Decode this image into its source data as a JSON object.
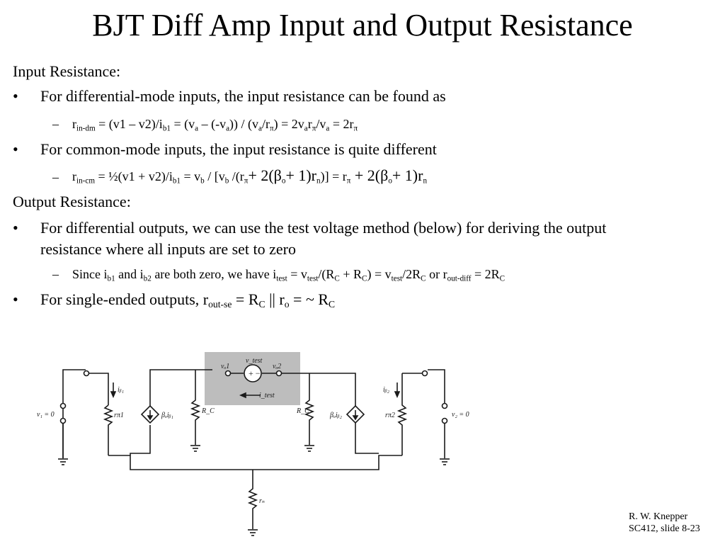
{
  "title": "BJT Diff Amp Input and Output Resistance",
  "bullet_glyph": "•",
  "dash_glyph": "–",
  "input_heading": "Input Resistance:",
  "input_b1": "For differential-mode inputs, the input resistance can be found as",
  "eq1": {
    "t0": "r",
    "s0": "in-dm",
    "t1": " = (v1 – v2)/i",
    "s1": "b1",
    "t2": " = (v",
    "s2": "a",
    "t3": " – (-v",
    "s3": "a",
    "t4": ")) / (v",
    "s4": "a",
    "t5": "/r",
    "s5": "π",
    "t6": ") = 2v",
    "s6": "a",
    "t7": "r",
    "s7": "π",
    "t8": "/v",
    "s8": "a",
    "t9": " = 2r",
    "s9": "π"
  },
  "input_b2": "For common-mode inputs, the input resistance is quite different",
  "eq2": {
    "t0": "r",
    "s0": "in-cm",
    "t1": " = ½(v1 + v2)/i",
    "s1": "b1",
    "t2": " = v",
    "s2": "b",
    "t3": " / [v",
    "s3": "b",
    "t4": " /(r",
    "s4": "π",
    "t5": "+ 2(β",
    "s5": "o",
    "t6": "+ 1)r",
    "s6": "n",
    "t7": ")] = r",
    "s7": "π",
    "t8": " + 2(β",
    "s8": "o",
    "t9": "+ 1)r",
    "s9": "n"
  },
  "output_heading": "Output Resistance:",
  "output_b1_l1": "For differential outputs, we can use the test voltage method (below) for deriving the output",
  "output_b1_l2": "resistance where all inputs are set to zero",
  "eq3": {
    "t0": "Since i",
    "s0": "b1",
    "t1": " and i",
    "s1": "b2",
    "t2": " are both zero, we have i",
    "s2": "test",
    "t3": " = v",
    "s3": "test",
    "t4": "/(R",
    "s4": "C",
    "t5": " + R",
    "s5": "C",
    "t6": ") = v",
    "s6": "test",
    "t7": "/2R",
    "s7": "C",
    "t8": "  or  r",
    "s8": "out-diff",
    "t9": " = 2R",
    "s9": "C"
  },
  "output_b2": {
    "t0": "For single-ended outputs, r",
    "s0": "out-se",
    "t1": " = R",
    "s1": "C",
    "t2": " || r",
    "s2": "o",
    "t3": " = ~ R",
    "s3": "C"
  },
  "circuit": {
    "v1": "v₁ = 0",
    "v2": "v₂ = 0",
    "ib1": "iᵦ₁",
    "ib2": "iᵦ₂",
    "rpi1": "rπ1",
    "rpi2": "rπ2",
    "src1": "βₒiᵦ₁",
    "src2": "βₒiᵦ₂",
    "rc": "R_C",
    "vo1": "vₒ1",
    "vo2": "vₒ2",
    "vtest": "v_test",
    "itest": "i_test",
    "rn": "rₙ"
  },
  "footer": {
    "author": "R. W. Knepper",
    "slide": "SC412, slide 8-23"
  }
}
